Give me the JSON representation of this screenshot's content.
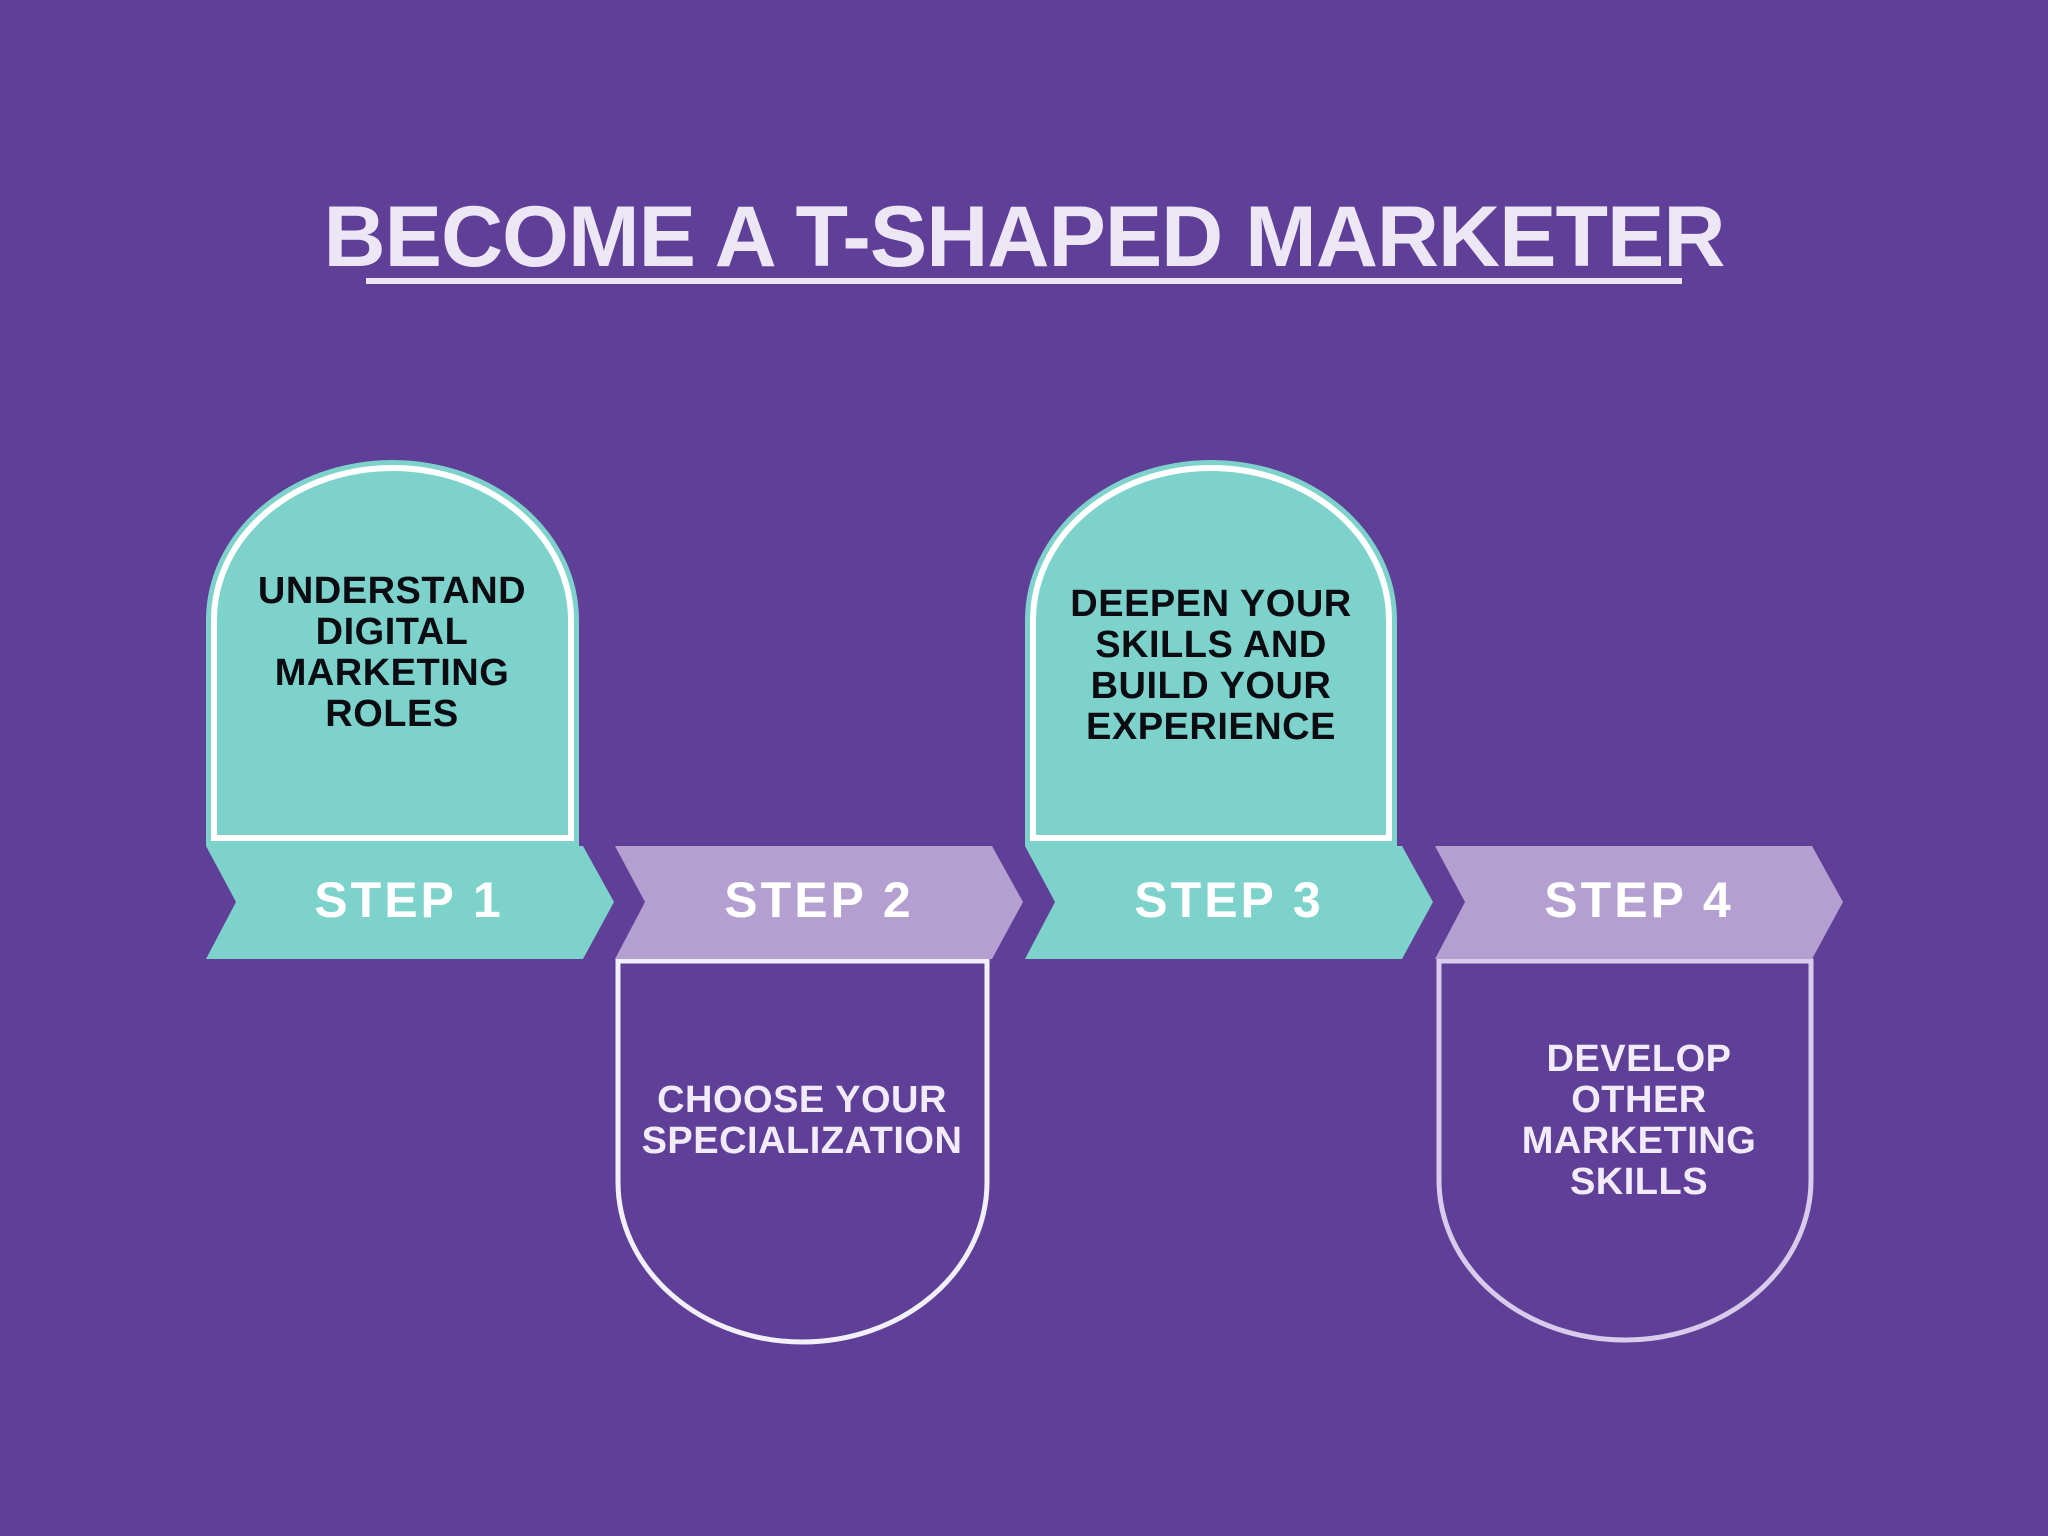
{
  "title": "BECOME A T-SHAPED MARKETER",
  "colors": {
    "background": "#5f3f97",
    "teal": "#7dd3cb",
    "lavender": "#b3a0d0",
    "title": "#ece6f5"
  },
  "steps": [
    {
      "label": "STEP 1",
      "text": [
        "UNDERSTAND",
        "DIGITAL",
        "MARKETING",
        "ROLES"
      ]
    },
    {
      "label": "STEP 2",
      "text": [
        "CHOOSE YOUR",
        "SPECIALIZATION"
      ]
    },
    {
      "label": "STEP 3",
      "text": [
        "DEEPEN YOUR",
        "SKILLS AND",
        "BUILD YOUR",
        "EXPERIENCE"
      ]
    },
    {
      "label": "STEP 4",
      "text": [
        "DEVELOP",
        "OTHER",
        "MARKETING",
        "SKILLS"
      ]
    }
  ]
}
